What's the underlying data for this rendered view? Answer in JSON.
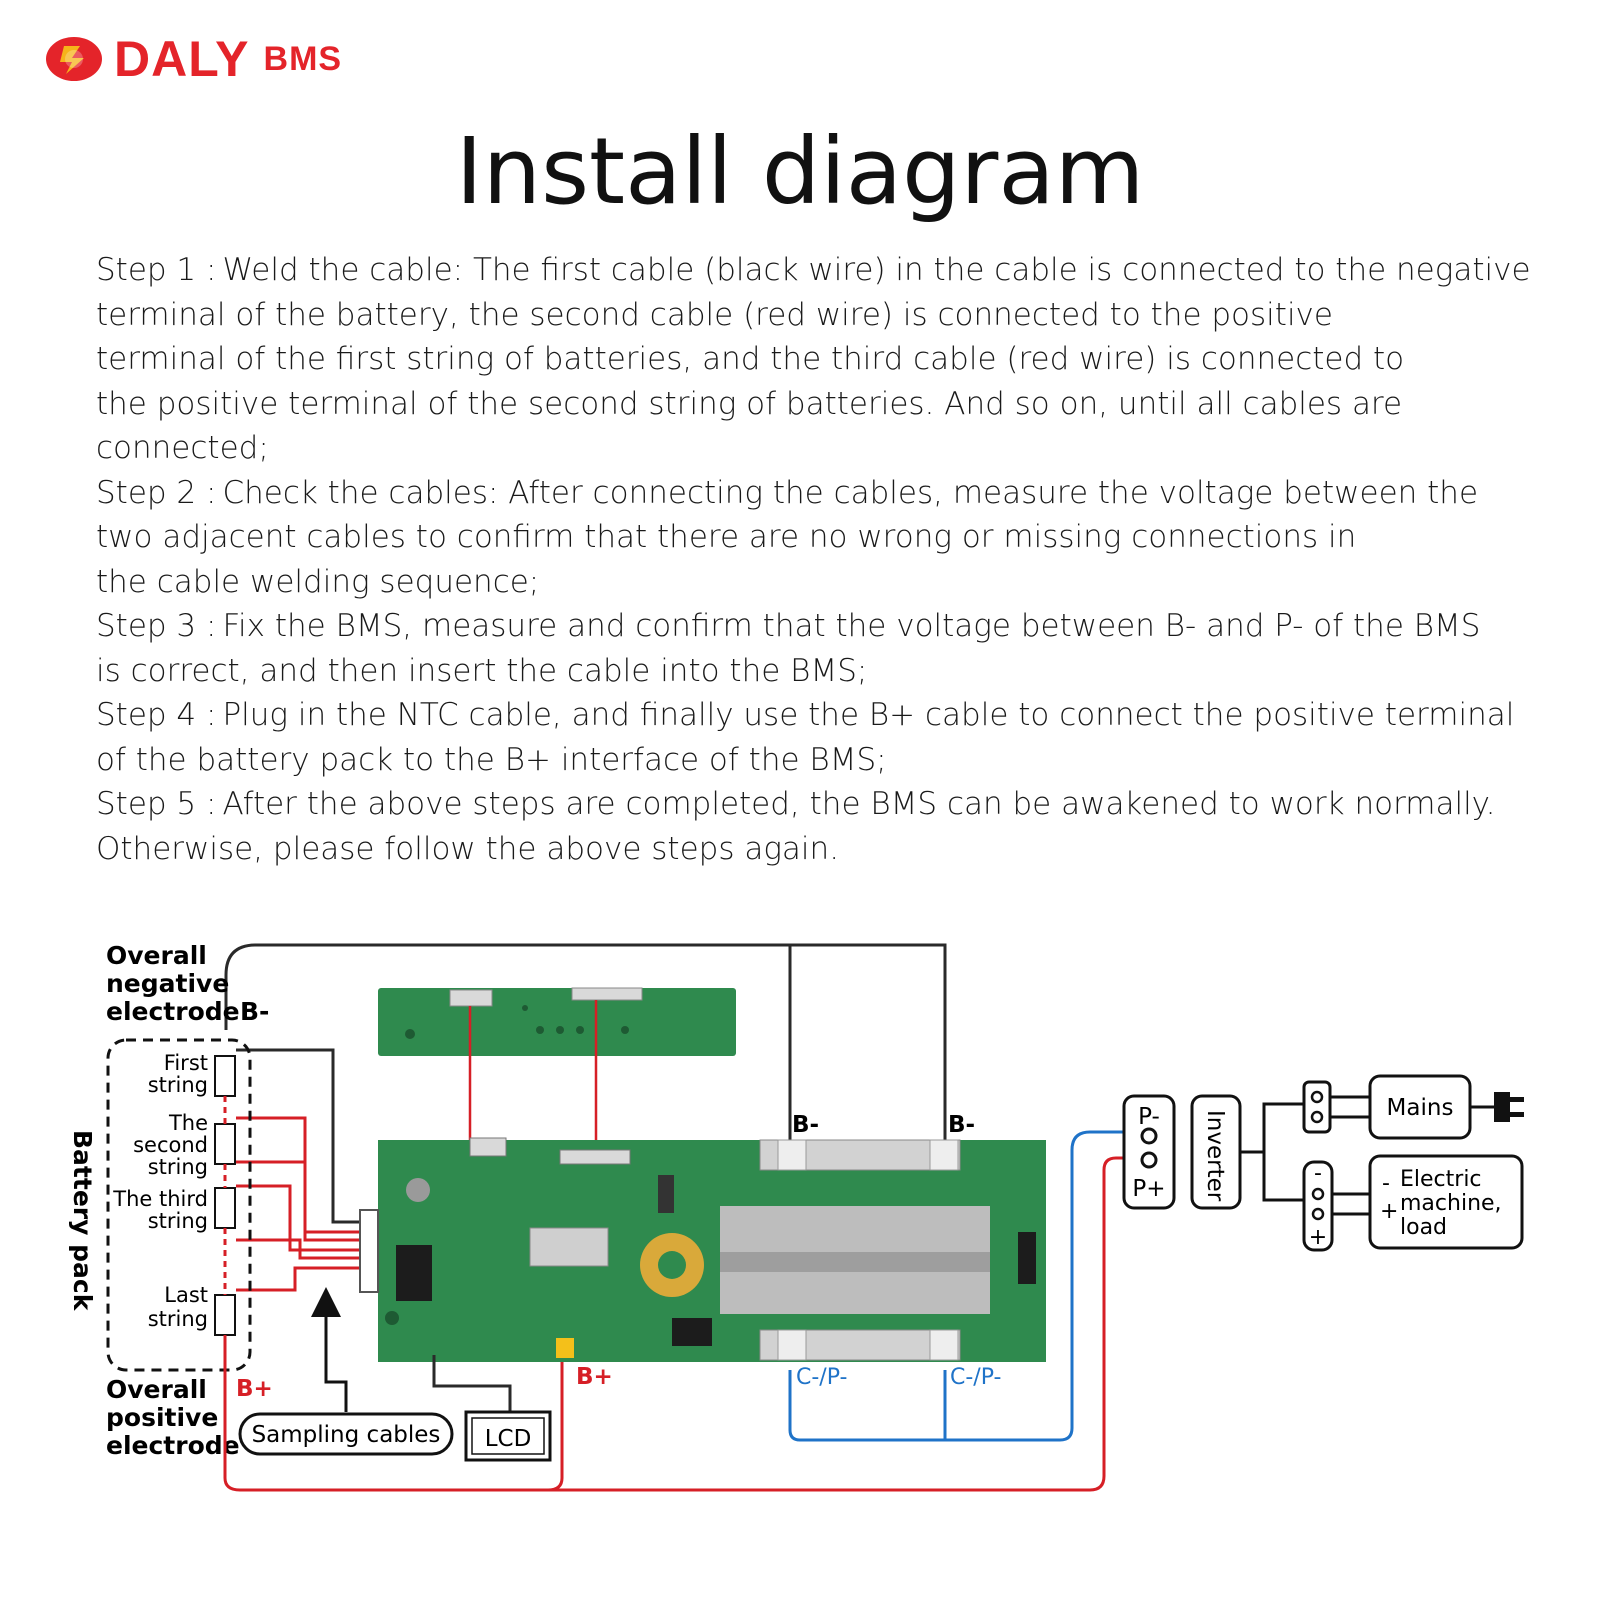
{
  "brand": {
    "name": "DALY",
    "suffix": "BMS",
    "color": "#e4242a"
  },
  "title": "Install diagram",
  "steps": [
    {
      "label": "Step 1 :",
      "lines": [
        "Weld the cable: The first cable (black wire) in the cable is connected to the negative",
        "terminal of the battery, the second cable (red wire) is connected to the positive",
        "terminal of the first string of batteries, and the third cable (red wire) is connected to",
        "the positive terminal of the second string of batteries. And so on, until all cables are",
        "connected;"
      ]
    },
    {
      "label": "Step 2 :",
      "lines": [
        "Check the cables: After connecting the cables, measure the voltage between the",
        "two adjacent cables to confirm that there are no wrong or missing connections in",
        "the cable welding sequence;"
      ]
    },
    {
      "label": "Step 3 :",
      "lines": [
        "Fix the BMS, measure and confirm that the voltage between B- and P- of the BMS",
        "is correct, and then insert the cable into the BMS;"
      ]
    },
    {
      "label": "Step 4 :",
      "lines": [
        "Plug in the NTC cable, and finally use the B+ cable to connect the positive terminal",
        "of the battery pack to the B+ interface of the BMS;"
      ]
    },
    {
      "label": "Step 5 :",
      "lines": [
        "After the above steps are completed, the BMS can be awakened to work normally.",
        "Otherwise, please follow the above steps again."
      ]
    }
  ],
  "diagram": {
    "overall_negative": [
      "Overall",
      "negative",
      "electrode"
    ],
    "overall_positive": [
      "Overall",
      "positive",
      "electrode"
    ],
    "b_minus": "B-",
    "b_plus": "B+",
    "battery_pack": "Battery pack",
    "strings": [
      {
        "lines": [
          "First",
          "string"
        ]
      },
      {
        "lines": [
          "The",
          "second",
          "string"
        ]
      },
      {
        "lines": [
          "The third",
          "string"
        ]
      },
      {
        "lines": [
          "Last",
          "string"
        ]
      }
    ],
    "sampling_cables": "Sampling cables",
    "lcd": "LCD",
    "board_b_minus_1": "B-",
    "board_b_minus_2": "B-",
    "board_b_plus": "B+",
    "c_p_1": "C-/P-",
    "c_p_2": "C-/P-",
    "p_minus": "P-",
    "p_plus": "P+",
    "inverter": "Inverter",
    "mains": "Mains",
    "load_lines": [
      "Electric",
      "machine,",
      "load"
    ],
    "minus_sign": "-",
    "plus_sign": "+",
    "colors": {
      "red": "#d61f26",
      "blue": "#1f73c8",
      "black": "#2a2a2a",
      "pcb": "#2f8a4e"
    }
  }
}
